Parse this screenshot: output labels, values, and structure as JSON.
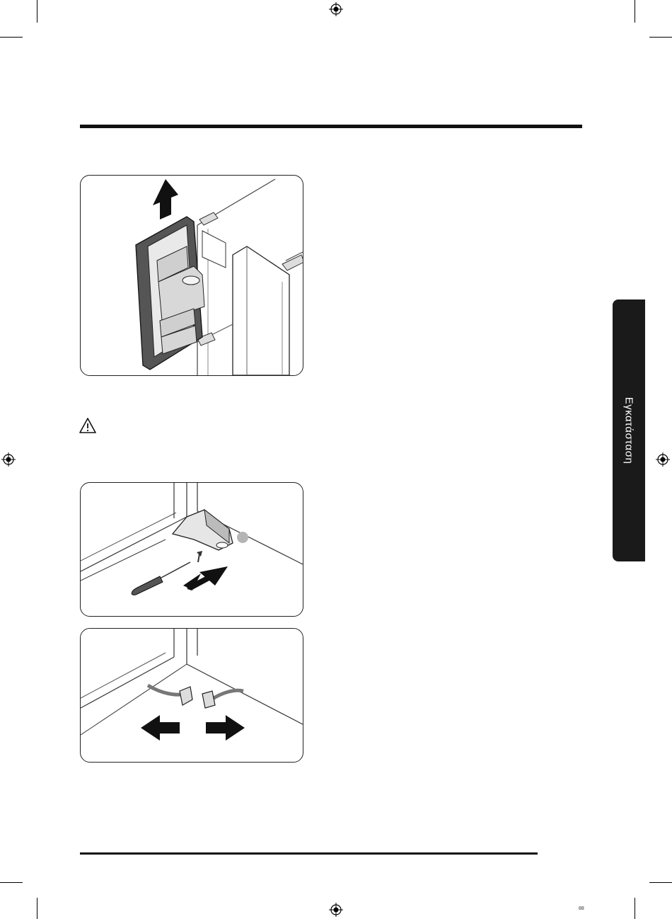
{
  "side_tab": {
    "label": "Εγκατάσταση"
  },
  "page_code": "88",
  "figures": [
    {
      "name": "door-lift-figure",
      "icon": "fridge-door-lift-up"
    },
    {
      "name": "hinge-removal-figure",
      "icon": "hinge-screwdriver"
    },
    {
      "name": "wire-disconnect-figure",
      "icon": "wire-connector-separate"
    }
  ],
  "warning": {
    "icon": "warning-triangle-icon"
  },
  "callout": {
    "icon": "callout-marker"
  }
}
